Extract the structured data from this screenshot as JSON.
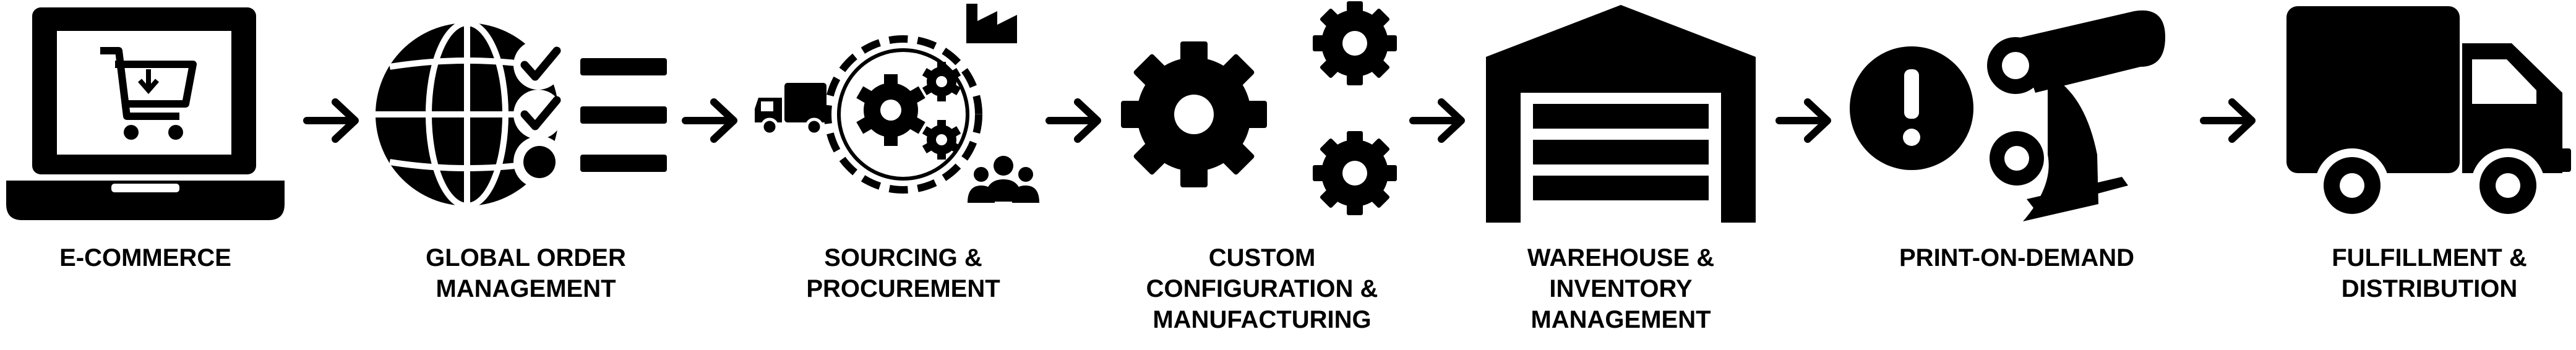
{
  "stages": [
    {
      "label": "E-COMMERCE",
      "icon": "laptop-cart-icon"
    },
    {
      "label": "GLOBAL ORDER\nMANAGEMENT",
      "icon": "globe-checklist-icon"
    },
    {
      "label": "SOURCING &\nPROCUREMENT",
      "icon": "gears-truck-factory-people-icon"
    },
    {
      "label": "CUSTOM\nCONFIGURATION &\nMANUFACTURING",
      "icon": "gears-icon"
    },
    {
      "label": "WAREHOUSE &\nINVENTORY\nMANAGEMENT",
      "icon": "warehouse-icon"
    },
    {
      "label": "PRINT-ON-DEMAND",
      "icon": "alert-print-roll-icon"
    },
    {
      "label": "FULFILLMENT &\nDISTRIBUTION",
      "icon": "delivery-truck-icon"
    }
  ],
  "connector_icon": "arrow-right-icon",
  "colors": {
    "foreground": "#000000",
    "background": "#ffffff"
  }
}
